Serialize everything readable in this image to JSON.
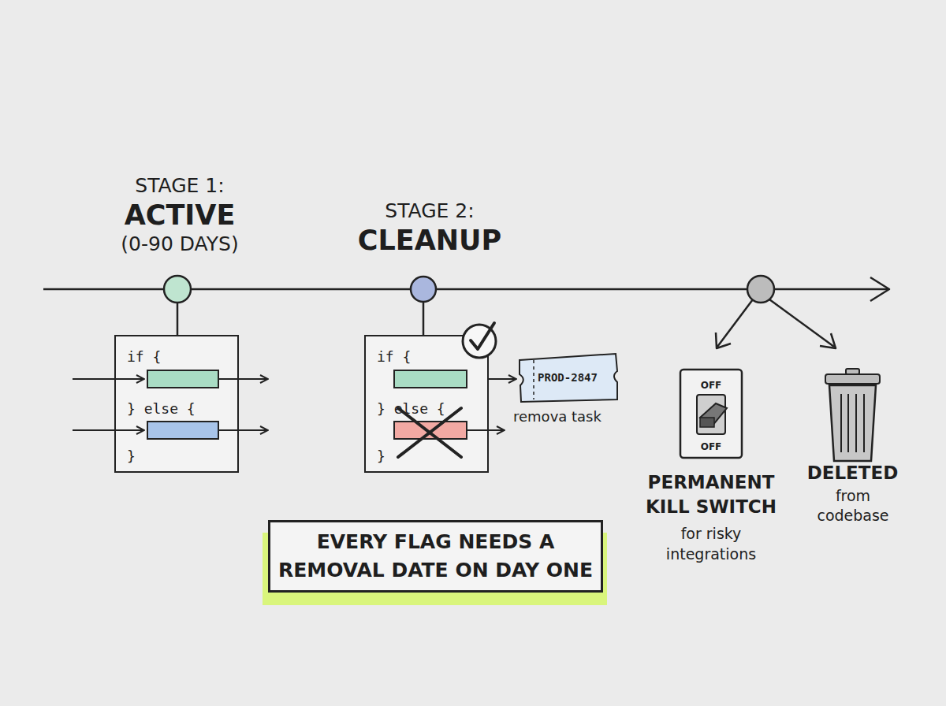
{
  "diagram": {
    "nodes": [
      {
        "text": [
          "if {",
          "} else {",
          "}"
        ]
      },
      {
        "text": [
          "if {",
          "} else {",
          "}"
        ]
      },
      {
        "text": [
          "PROD-2847",
          "remova task"
        ]
      },
      {
        "text": [
          "OFF",
          "OFF",
          "PERMANENT KILL SWITCH",
          "for risky integrations"
        ]
      },
      {
        "text": [
          "DELETED",
          "from codebase"
        ]
      },
      {
        "text": [
          "EVERY FLAG NEEDS A REMOVAL DATE ON DAY ONE"
        ]
      }
    ],
    "edges": [
      {
        "from": 1,
        "to": 2,
        "arrow": "to"
      }
    ],
    "labels": [
      "STAGE 1:",
      "ACTIVE",
      "(0-90 DAYS)",
      "STAGE 2:",
      "CLEANUP"
    ]
  }
}
